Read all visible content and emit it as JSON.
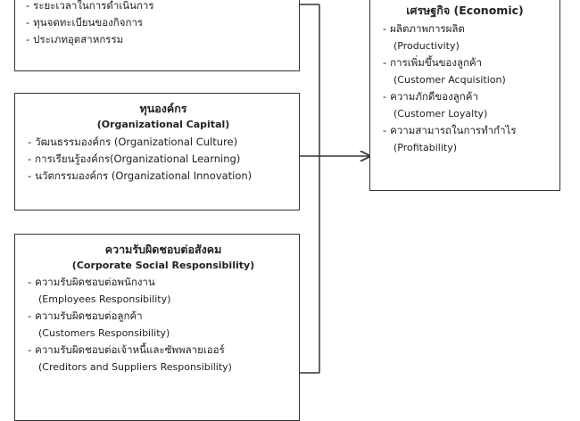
{
  "top_box": {
    "items": [
      "ระยะเวลาในการดำเนินการ",
      "ทุนจดทะเบียนของกิจการ",
      "ประเภทอุตสาหกรรม"
    ]
  },
  "org_capital": {
    "title": "ทุนองค์กร",
    "subtitle": "(Organizational Capital)",
    "items": [
      "วัฒนธรรมองค์กร (Organizational Culture)",
      "การเรียนรู้องค์กร(Organizational Learning)",
      "นวัตกรรมองค์กร (Organizational Innovation)"
    ]
  },
  "csr": {
    "title": "ความรับผิดชอบต่อสังคม",
    "subtitle": "(Corporate Social Responsibility)",
    "items": [
      {
        "th": "ความรับผิดชอบต่อพนักงาน",
        "en": "(Employees Responsibility)"
      },
      {
        "th": "ความรับผิดชอบต่อลูกค้า",
        "en": "(Customers Responsibility)"
      },
      {
        "th": "ความรับผิดชอบต่อเจ้าหนี้และซัพพลายเออร์",
        "en": "(Creditors and Suppliers Responsibility)"
      }
    ]
  },
  "economic": {
    "title": "เศรษฐกิจ (Economic)",
    "items": [
      {
        "th": "ผลิตภาพการผลิต",
        "en": "(Productivity)"
      },
      {
        "th": "การเพิ่มขึ้นของลูกค้า",
        "en": "(Customer Acquisition)"
      },
      {
        "th": "ความภักดีของลูกค้า",
        "en": "(Customer Loyalty)"
      },
      {
        "th": "ความสามารถในการทำกำไร",
        "en": "(Profitability)"
      }
    ]
  },
  "dash": "-"
}
